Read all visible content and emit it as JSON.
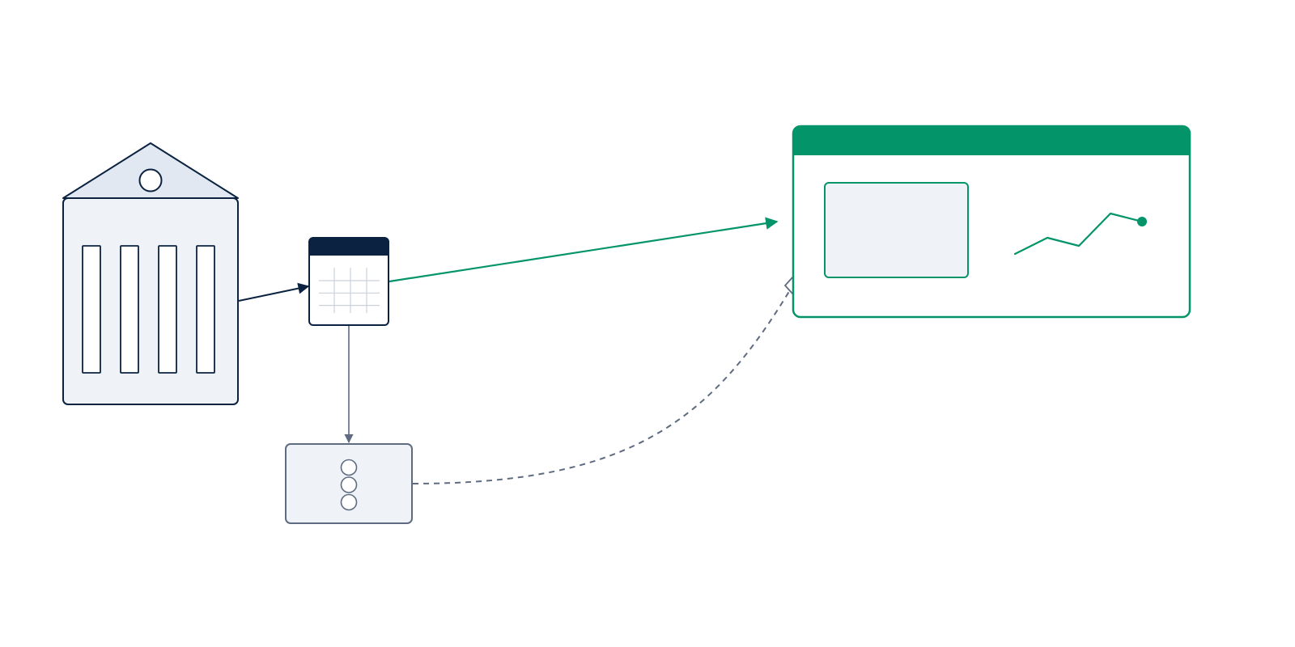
{
  "diagram": {
    "nodes": [
      {
        "id": "bank",
        "icon": "bank-building-icon",
        "column_count": 4
      },
      {
        "id": "table",
        "icon": "spreadsheet-table-icon",
        "grid_rows": 4,
        "grid_cols": 4
      },
      {
        "id": "database",
        "icon": "database-stack-icon",
        "disk_count": 3
      },
      {
        "id": "dashboard",
        "icon": "dashboard-window-icon",
        "widgets": [
          "panel",
          "line-chart"
        ]
      }
    ],
    "edges": [
      {
        "from": "bank",
        "to": "table",
        "style": "solid",
        "arrow": "filled"
      },
      {
        "from": "table",
        "to": "dashboard",
        "style": "solid",
        "arrow": "filled"
      },
      {
        "from": "table",
        "to": "database",
        "style": "solid",
        "arrow": "filled"
      },
      {
        "from": "database",
        "to": "dashboard",
        "style": "dashed",
        "arrow": "open-diamond"
      }
    ]
  },
  "colors": {
    "navy": "#0b2340",
    "green": "#04946a",
    "slate": "#5f6b80",
    "fill_light": "#eff3f8",
    "fill_roof": "#e1e8f1",
    "grid": "#c9d1dc"
  }
}
